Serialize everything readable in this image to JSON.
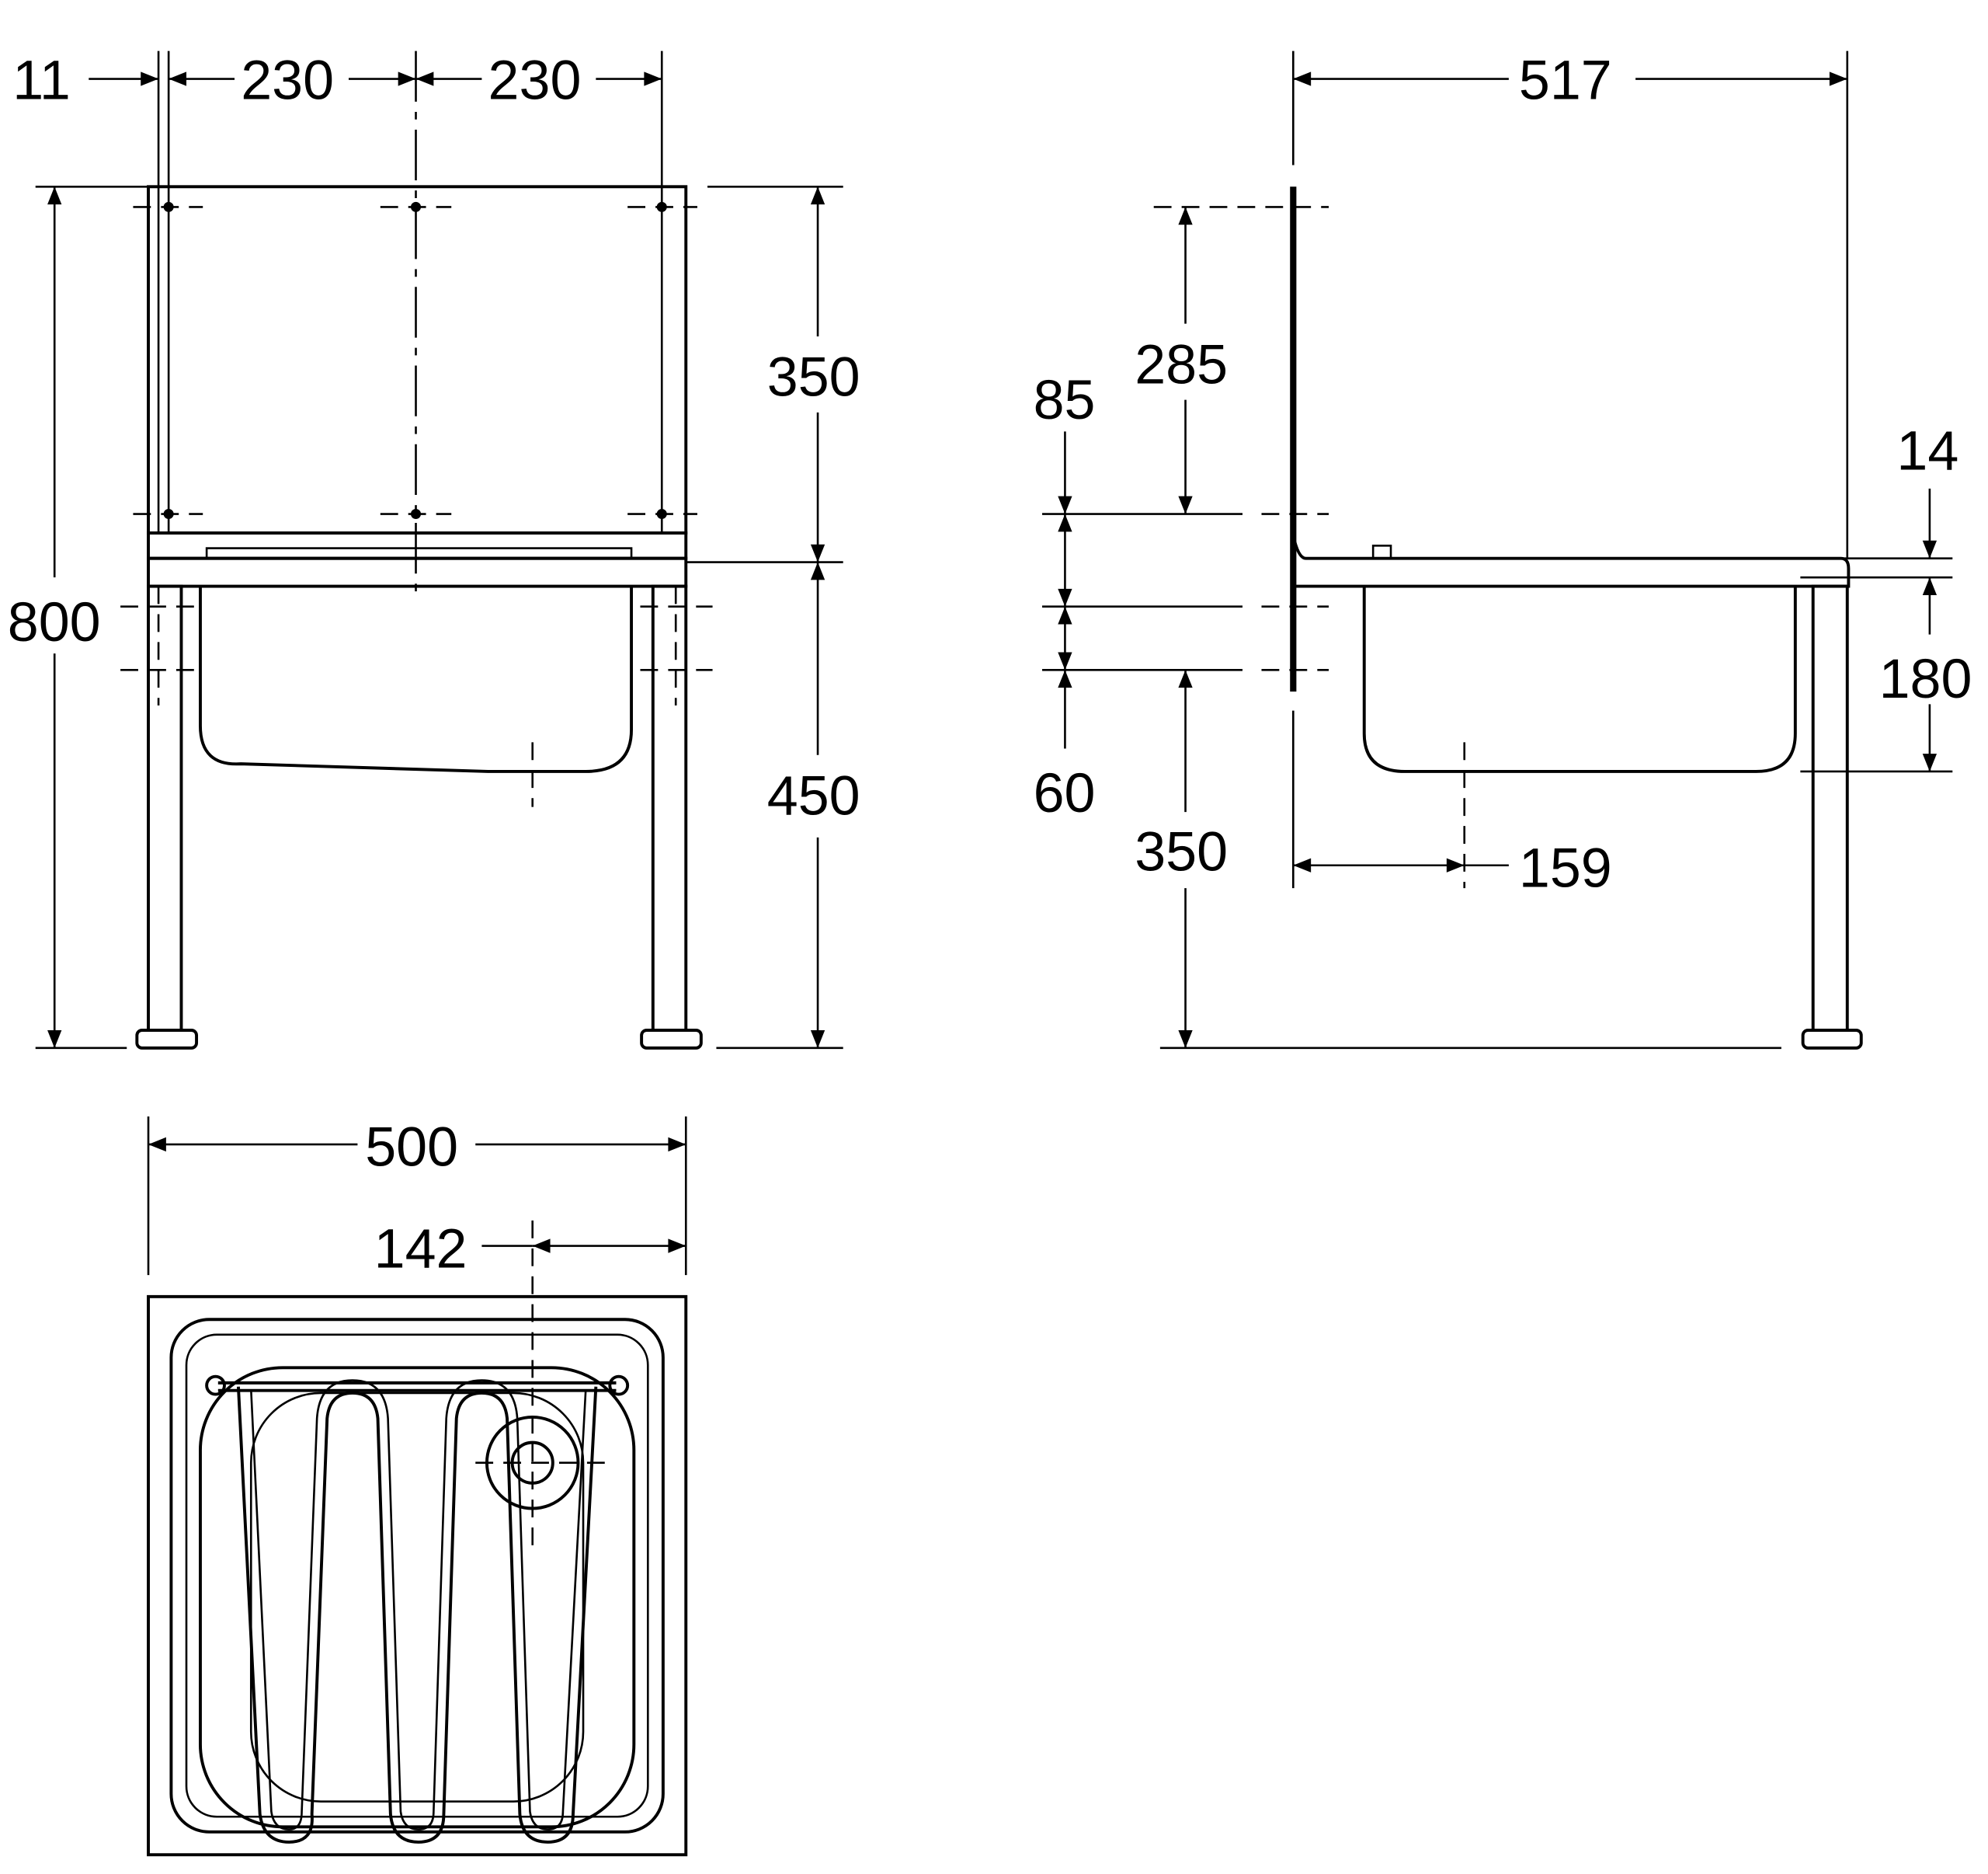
{
  "title": "Sink with backsplash, stand and wire grate - dimension drawing",
  "front_view": {
    "dims": {
      "offset": "11",
      "spacing_left": "230",
      "spacing_right": "230",
      "backsplash_height": "350",
      "total_height": "800",
      "rim_height": "450"
    }
  },
  "side_view": {
    "dims": {
      "depth": "517",
      "hole_to_top": "285",
      "hole_spacing": "85",
      "lower_gap": "60",
      "wall_to_floor": "350",
      "drain_offset": "159",
      "rim_thickness": "14",
      "bowl_depth": "180"
    }
  },
  "top_view": {
    "dims": {
      "width": "500",
      "drain_from_edge": "142"
    }
  }
}
